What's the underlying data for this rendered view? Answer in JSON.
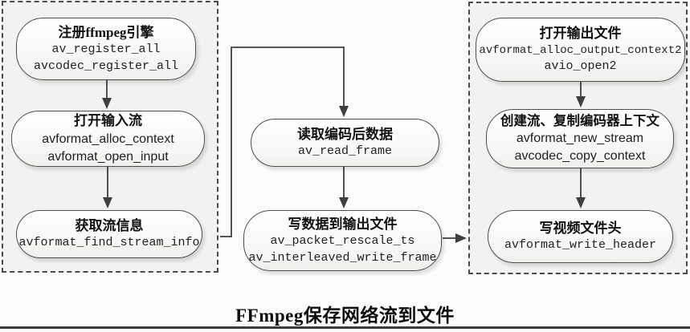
{
  "caption": "FFmpeg保存网络流到文件",
  "nodes": [
    {
      "id": "register-ffmpeg",
      "title": "注册ffmpeg引擎",
      "lines": [
        "av_register_all",
        "avcodec_register_all"
      ]
    },
    {
      "id": "open-input-stream",
      "title": "打开输入流",
      "lines": [
        "avformat_alloc_context",
        "avformat_open_input"
      ]
    },
    {
      "id": "get-stream-info",
      "title": "获取流信息",
      "lines": [
        "avformat_find_stream_info"
      ]
    },
    {
      "id": "read-encoded-data",
      "title": "读取编码后数据",
      "lines": [
        "av_read_frame"
      ]
    },
    {
      "id": "write-data-to-output",
      "title": "写数据到输出文件",
      "lines": [
        "av_packet_rescale_ts",
        "av_interleaved_write_frame"
      ]
    },
    {
      "id": "open-output-file",
      "title": "打开输出文件",
      "lines": [
        "avformat_alloc_output_context2",
        "avio_open2"
      ]
    },
    {
      "id": "create-stream-copy-context",
      "title": "创建流、复制编码器上下文",
      "lines": [
        "avformat_new_stream",
        "avcodec_copy_context"
      ]
    },
    {
      "id": "write-video-header",
      "title": "写视频文件头",
      "lines": [
        "avformat_write_header"
      ]
    }
  ],
  "colors": {
    "arrow": "#3f3f3f",
    "node_border": "#4d4d4d",
    "group_fill": "#f2f2f0",
    "dash_border": "#4a4a4a",
    "background": "#fbfbfa"
  }
}
